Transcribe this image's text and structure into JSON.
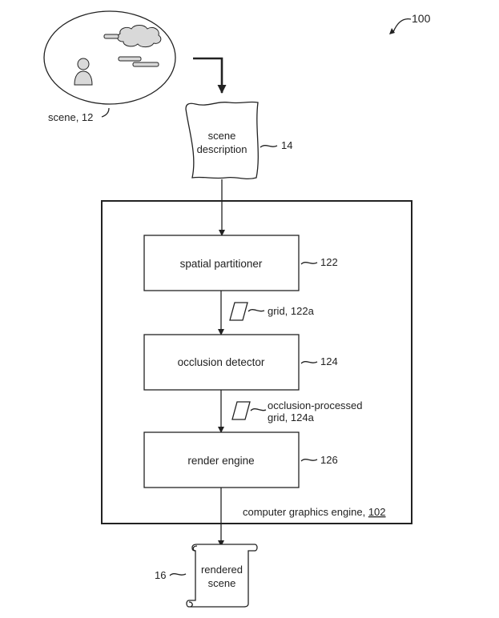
{
  "figure": {
    "ref_main": "100",
    "scene_label": "scene, 12",
    "scene_description": {
      "line1": "scene",
      "line2": "description",
      "ref": "14"
    },
    "engine": {
      "label": "computer graphics engine, ",
      "ref": "102"
    },
    "spatial_partitioner": {
      "label": "spatial partitioner",
      "ref": "122"
    },
    "grid": {
      "label": "grid, 122a"
    },
    "occlusion_detector": {
      "label": "occlusion detector",
      "ref": "124"
    },
    "occlusion_grid": {
      "line1": "occlusion-processed",
      "line2": "grid, 124a"
    },
    "render_engine": {
      "label": "render engine",
      "ref": "126"
    },
    "rendered_scene": {
      "line1": "rendered",
      "line2": "scene",
      "ref": "16"
    }
  }
}
